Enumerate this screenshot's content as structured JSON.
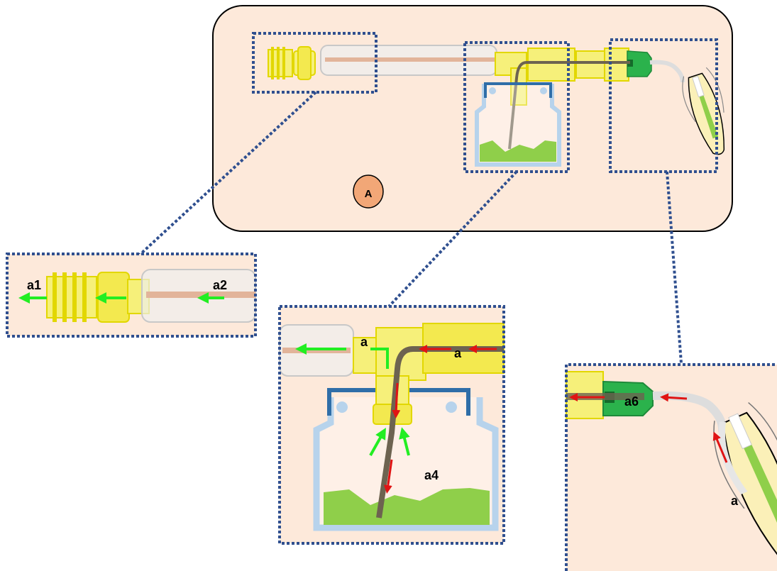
{
  "labels": {
    "main_marker": "A",
    "a1": "a1",
    "a2": "a2",
    "a3": "a",
    "a3b": "a",
    "a4": "a4",
    "a6": "a6",
    "a7": "a"
  },
  "colors": {
    "panel_fill": "#fde9da",
    "dotted_border": "#2f4f8f",
    "yellow_fitting": "#f6f07a",
    "yellow_dark": "#e2d700",
    "green_cap": "#2bb24c",
    "green_arrow": "#22ee22",
    "red_arrow": "#e01414",
    "tube_copper": "#e2b49a",
    "glass_fill": "#eeeeee",
    "vessel_outline": "#b7d3ec",
    "vessel_lid": "#2f6ea8",
    "liquid": "#8fcf4a",
    "marker_fill": "#f2a777",
    "tooth_fill": "#fbf0b8",
    "tooth_pulp": "#8fcf4a"
  }
}
